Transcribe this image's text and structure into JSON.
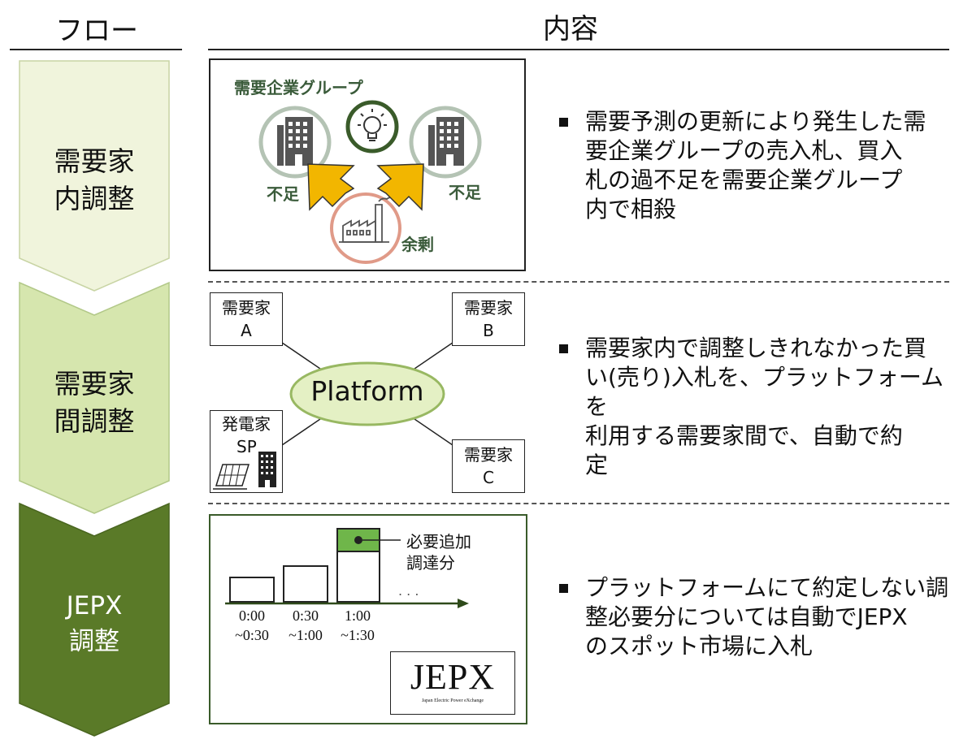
{
  "headers": {
    "flow": "フロー",
    "content": "内容"
  },
  "steps": [
    {
      "flow_label_1": "需要家",
      "flow_label_2": "内調整",
      "flow_color": "#f0f4dc",
      "diagram": {
        "group_title": "需要企業グループ",
        "left_label": "不足",
        "right_label": "不足",
        "center_label": "余剰"
      },
      "bullet_lines": [
        "需要予測の更新により発生した需",
        "要企業グループの売入札、買入",
        "札の過不足を需要企業グループ",
        "内で相殺"
      ]
    },
    {
      "flow_label_1": "需要家",
      "flow_label_2": "間調整",
      "flow_color": "#d6e6ae",
      "diagram": {
        "platform": "Platform",
        "node_a": [
          "需要家",
          "A"
        ],
        "node_b": [
          "需要家",
          "B"
        ],
        "node_sp": [
          "発電家",
          "SP"
        ],
        "node_c": [
          "需要家",
          "C"
        ]
      },
      "bullet_lines": [
        "需要家内で調整しきれなかった買",
        "い(売り)入札を、プラットフォームを",
        "利用する需要家間で、自動で約",
        "定"
      ]
    },
    {
      "flow_label_1": "JEPX",
      "flow_label_2": "調整",
      "flow_color": "#5a7a28",
      "diagram": {
        "added_label_1": "必要追加",
        "added_label_2": "調達分",
        "ellipsis": ". . .",
        "slots": [
          {
            "start": "0:00",
            "end": "~0:30"
          },
          {
            "start": "0:30",
            "end": "~1:00"
          },
          {
            "start": "1:00",
            "end": "~1:30"
          }
        ],
        "logo_main": "JEPX",
        "logo_sub": "Japan Electric Power eXchange"
      },
      "bullet_lines": [
        "プラットフォームにて約定しない調",
        "整必要分については自動でJEPX",
        "のスポット市場に入札"
      ]
    }
  ],
  "colors": {
    "grey_circle": "#b4c3b4",
    "green_circle": "#3a5b2a",
    "red_circle": "#e09a88",
    "arrow_fill": "#f2b600",
    "platform_fill": "#e4f0c4",
    "platform_stroke": "#98b862",
    "highlight_fill": "#6fb64a"
  }
}
